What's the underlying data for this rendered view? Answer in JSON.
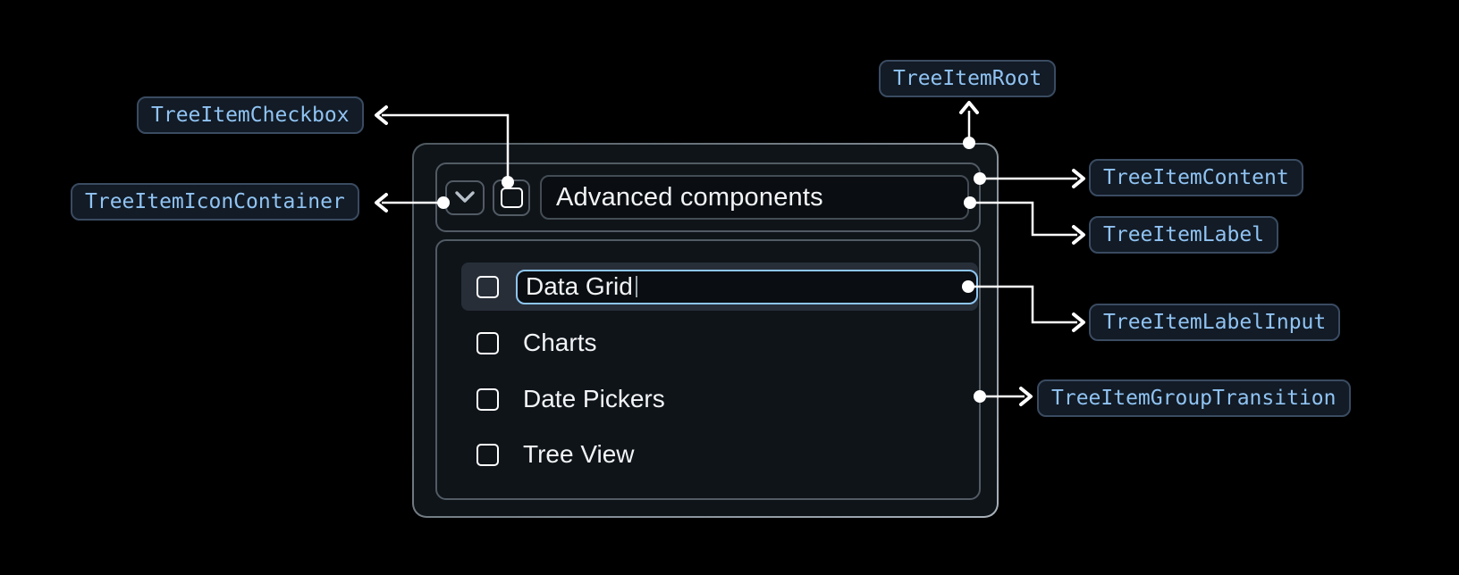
{
  "badges": {
    "root": {
      "label": "TreeItemRoot"
    },
    "checkbox": {
      "label": "TreeItemCheckbox"
    },
    "icon_container": {
      "label": "TreeItemIconContainer"
    },
    "content": {
      "label": "TreeItemContent"
    },
    "label": {
      "label": "TreeItemLabel"
    },
    "label_input": {
      "label": "TreeItemLabelInput"
    },
    "group_transition": {
      "label": "TreeItemGroupTransition"
    }
  },
  "tree": {
    "parent": {
      "label": "Advanced components",
      "expanded": true,
      "checked": false
    },
    "editing_item": {
      "value": "Data Grid",
      "editing": true,
      "checked": false
    },
    "items": [
      {
        "label": "Charts",
        "checked": false
      },
      {
        "label": "Date Pickers",
        "checked": false
      },
      {
        "label": "Tree View",
        "checked": false
      }
    ]
  },
  "icons": {
    "expand": "chevron-down-icon",
    "checkbox": "checkbox-unchecked-icon"
  },
  "colors": {
    "background": "#000000",
    "panel_bg": "#0f1419",
    "panel_border": "#4e585f",
    "panel_border_light": "#a9b2ba",
    "inner_border": "#525b64",
    "label_border": "#434c55",
    "field_bg": "#0a0d11",
    "row_highlight": "#272e38",
    "accent_blue": "#8ec5f1",
    "badge_bg": "#121b26",
    "badge_border": "#3a4b61",
    "badge_text": "#90c3f2",
    "text_primary": "#f2f4f6",
    "muted_icon": "#b7bfc8",
    "connector": "#ffffff"
  }
}
